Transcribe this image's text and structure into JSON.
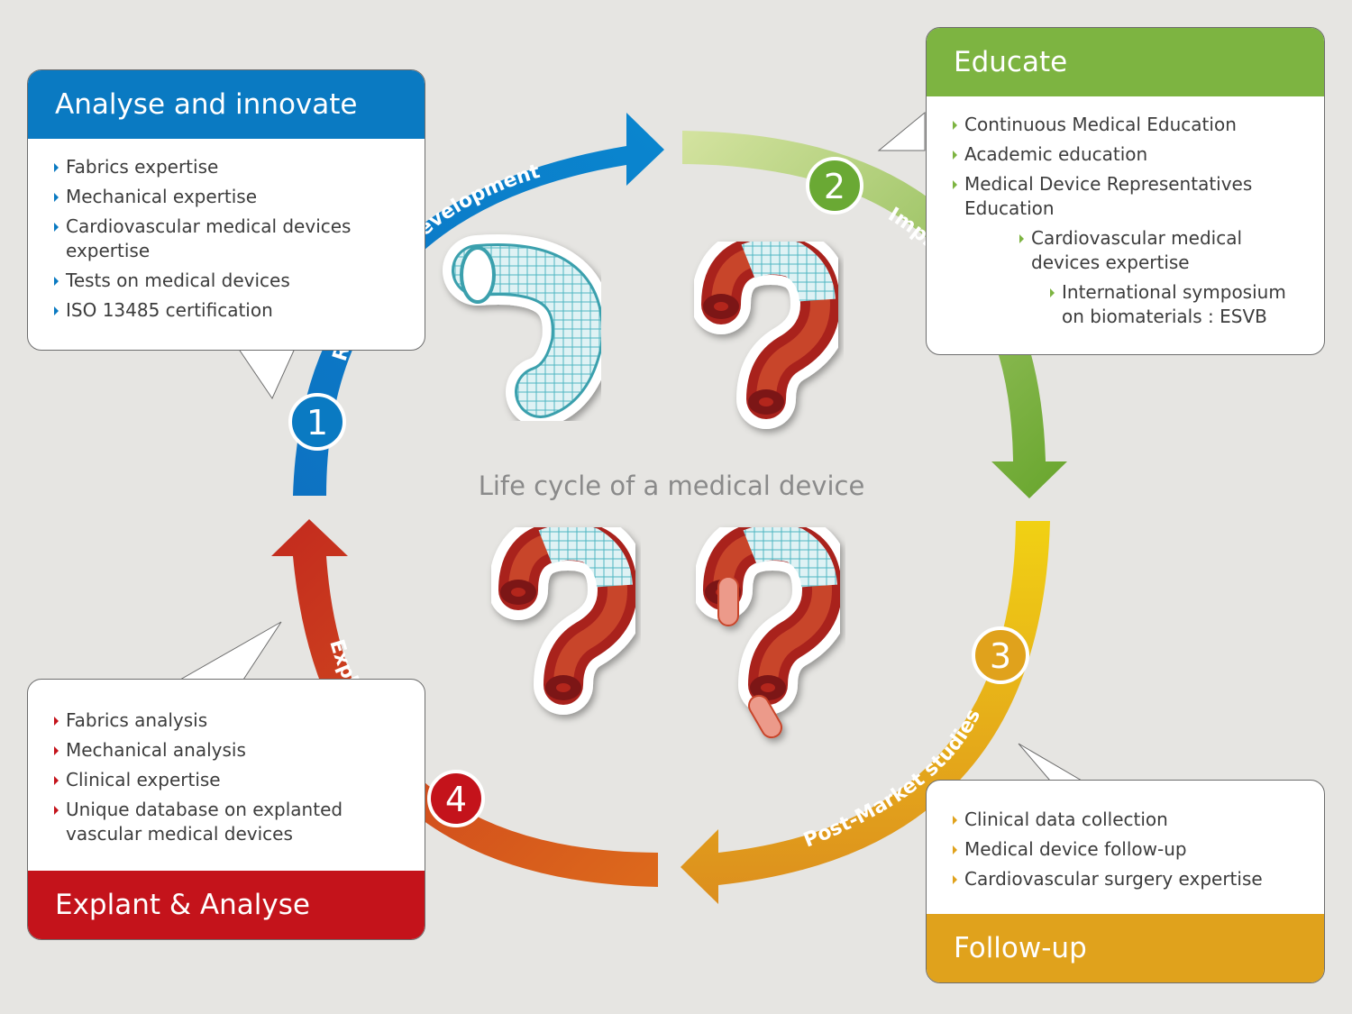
{
  "title": "Life cycle of a medical device",
  "colors": {
    "background": "#e6e5e2",
    "research": "#0a7ac2",
    "implantation": "#7db441",
    "post_market": "#e0a21c",
    "explantation": "#c4131b"
  },
  "phases": [
    {
      "number": "1",
      "label": "Research & Development",
      "color": "#0a7ac2"
    },
    {
      "number": "2",
      "label": "Implantation",
      "color": "#7db441"
    },
    {
      "number": "3",
      "label": "Post-Market studies",
      "color": "#e0a21c"
    },
    {
      "number": "4",
      "label": "Explantation",
      "color": "#c4131b"
    }
  ],
  "panels": {
    "analyse": {
      "title": "Analyse and innovate",
      "items": [
        "Fabrics expertise",
        "Mechanical expertise",
        "Cardiovascular medical devices expertise",
        "Tests on medical devices",
        "ISO 13485 certification"
      ]
    },
    "educate": {
      "title": "Educate",
      "items": [
        "Continuous Medical Education",
        "Academic education",
        "Medical Device Representatives Education",
        "Cardiovascular medical devices expertise",
        "International symposium on biomaterials : ESVB"
      ]
    },
    "followup": {
      "title": "Follow-up",
      "items": [
        "Clinical data collection",
        "Medical device follow-up",
        "Cardiovascular surgery expertise"
      ]
    },
    "explant": {
      "title": "Explant & Analyse",
      "items": [
        "Fabrics analysis",
        "Mechanical analysis",
        "Clinical expertise",
        "Unique database on explanted vascular medical devices"
      ]
    }
  },
  "illustrations": [
    {
      "icon": "stent-graft-icon"
    },
    {
      "icon": "question-mark-vessel-graft-icon"
    },
    {
      "icon": "question-mark-vessel-graft-icon"
    },
    {
      "icon": "question-mark-vessel-graft-explant-icon"
    }
  ]
}
